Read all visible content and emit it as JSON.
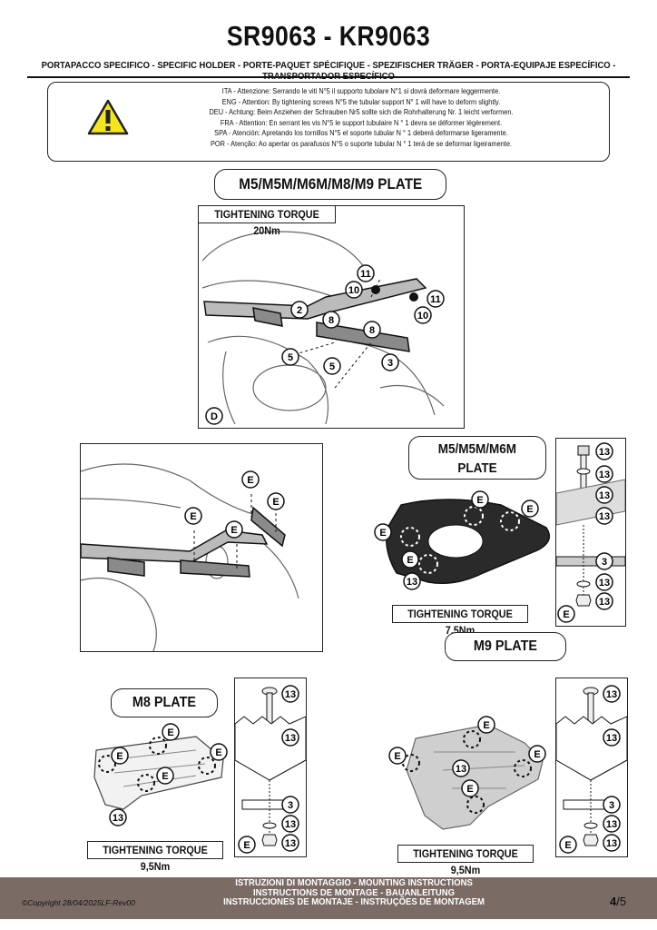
{
  "header": {
    "title": "SR9063 - KR9063",
    "subtitle": "PORTAPACCO SPECIFICO - SPECIFIC HOLDER - PORTE-PAQUET SPÉCIFIQUE - SPEZIFISCHER TRÄGER - PORTA-EQUIPAJE ESPECÍFICO - TRANSPORTADOR ESPECÍFICO"
  },
  "warning": {
    "icon": "warning-triangle-icon",
    "lines": [
      "ITA - Attenzione: Serrando le viti N°5 il supporto tubolare N°1 si dovrà deformare leggermente.",
      "ENG - Attention: By tightening screws N°5 the tubular support N° 1 will have to deform slightly.",
      "DEU - Achtung: Beim Anziehen der Schrauben Nr5 sollte sich die Rohrhalterung Nr. 1 leicht verformen.",
      "FRA - Attention: En serrant les vis N°5 le support tubulaire N ° 1 devra se déformer légèrement.",
      "SPA - Atención: Apretando los tornillos N°5 el soporte tubular N ° 1 deberá deformarse ligeramente.",
      "POR - Atenção: Ao apertar os parafusos N°5 o suporte tubular N ° 1 terá de se deformar ligeiramente."
    ]
  },
  "section1": {
    "plate_label": "M5/M5M/M6M/M8/M9 PLATE",
    "torque": "TIGHTENING TORQUE 20Nm",
    "callouts": [
      "11",
      "10",
      "11",
      "10",
      "2",
      "8",
      "8",
      "5",
      "5",
      "3",
      "D"
    ]
  },
  "section2": {
    "callouts_e": [
      "E",
      "E",
      "E",
      "E"
    ],
    "plate_label_line1": "M5/M5M/M6M",
    "plate_label_line2": "PLATE",
    "plate_callouts": [
      "E",
      "E",
      "E",
      "E",
      "13"
    ],
    "torque": "TIGHTENING TORQUE 7,5Nm",
    "side_callouts": [
      "13",
      "13",
      "13",
      "13",
      "3",
      "13",
      "13",
      "E"
    ]
  },
  "section3": {
    "m8_label": "M8 PLATE",
    "m8_callouts": [
      "E",
      "E",
      "E",
      "E",
      "13"
    ],
    "m8_torque": "TIGHTENING TORQUE 9,5Nm",
    "m8_side_callouts": [
      "13",
      "13",
      "3",
      "13",
      "13",
      "E"
    ],
    "m9_label": "M9 PLATE",
    "m9_callouts": [
      "E",
      "E",
      "E",
      "E",
      "13"
    ],
    "m9_torque": "TIGHTENING TORQUE 9,5Nm",
    "m9_side_callouts": [
      "13",
      "13",
      "3",
      "13",
      "13",
      "E"
    ]
  },
  "footer": {
    "lines": [
      "ISTRUZIONI DI MONTAGGIO  -  MOUNTING INSTRUCTIONS",
      "INSTRUCTIONS DE MONTAGE - BAUANLEITUNG",
      "INSTRUCCIONES DE MONTAJE - INSTRUÇÕES DE MONTAGEM"
    ],
    "copyright": "©Copyright 28/04/2025LF-Rev00",
    "page": "4",
    "page_total": "/5",
    "bar_color": "#7a6b65"
  }
}
